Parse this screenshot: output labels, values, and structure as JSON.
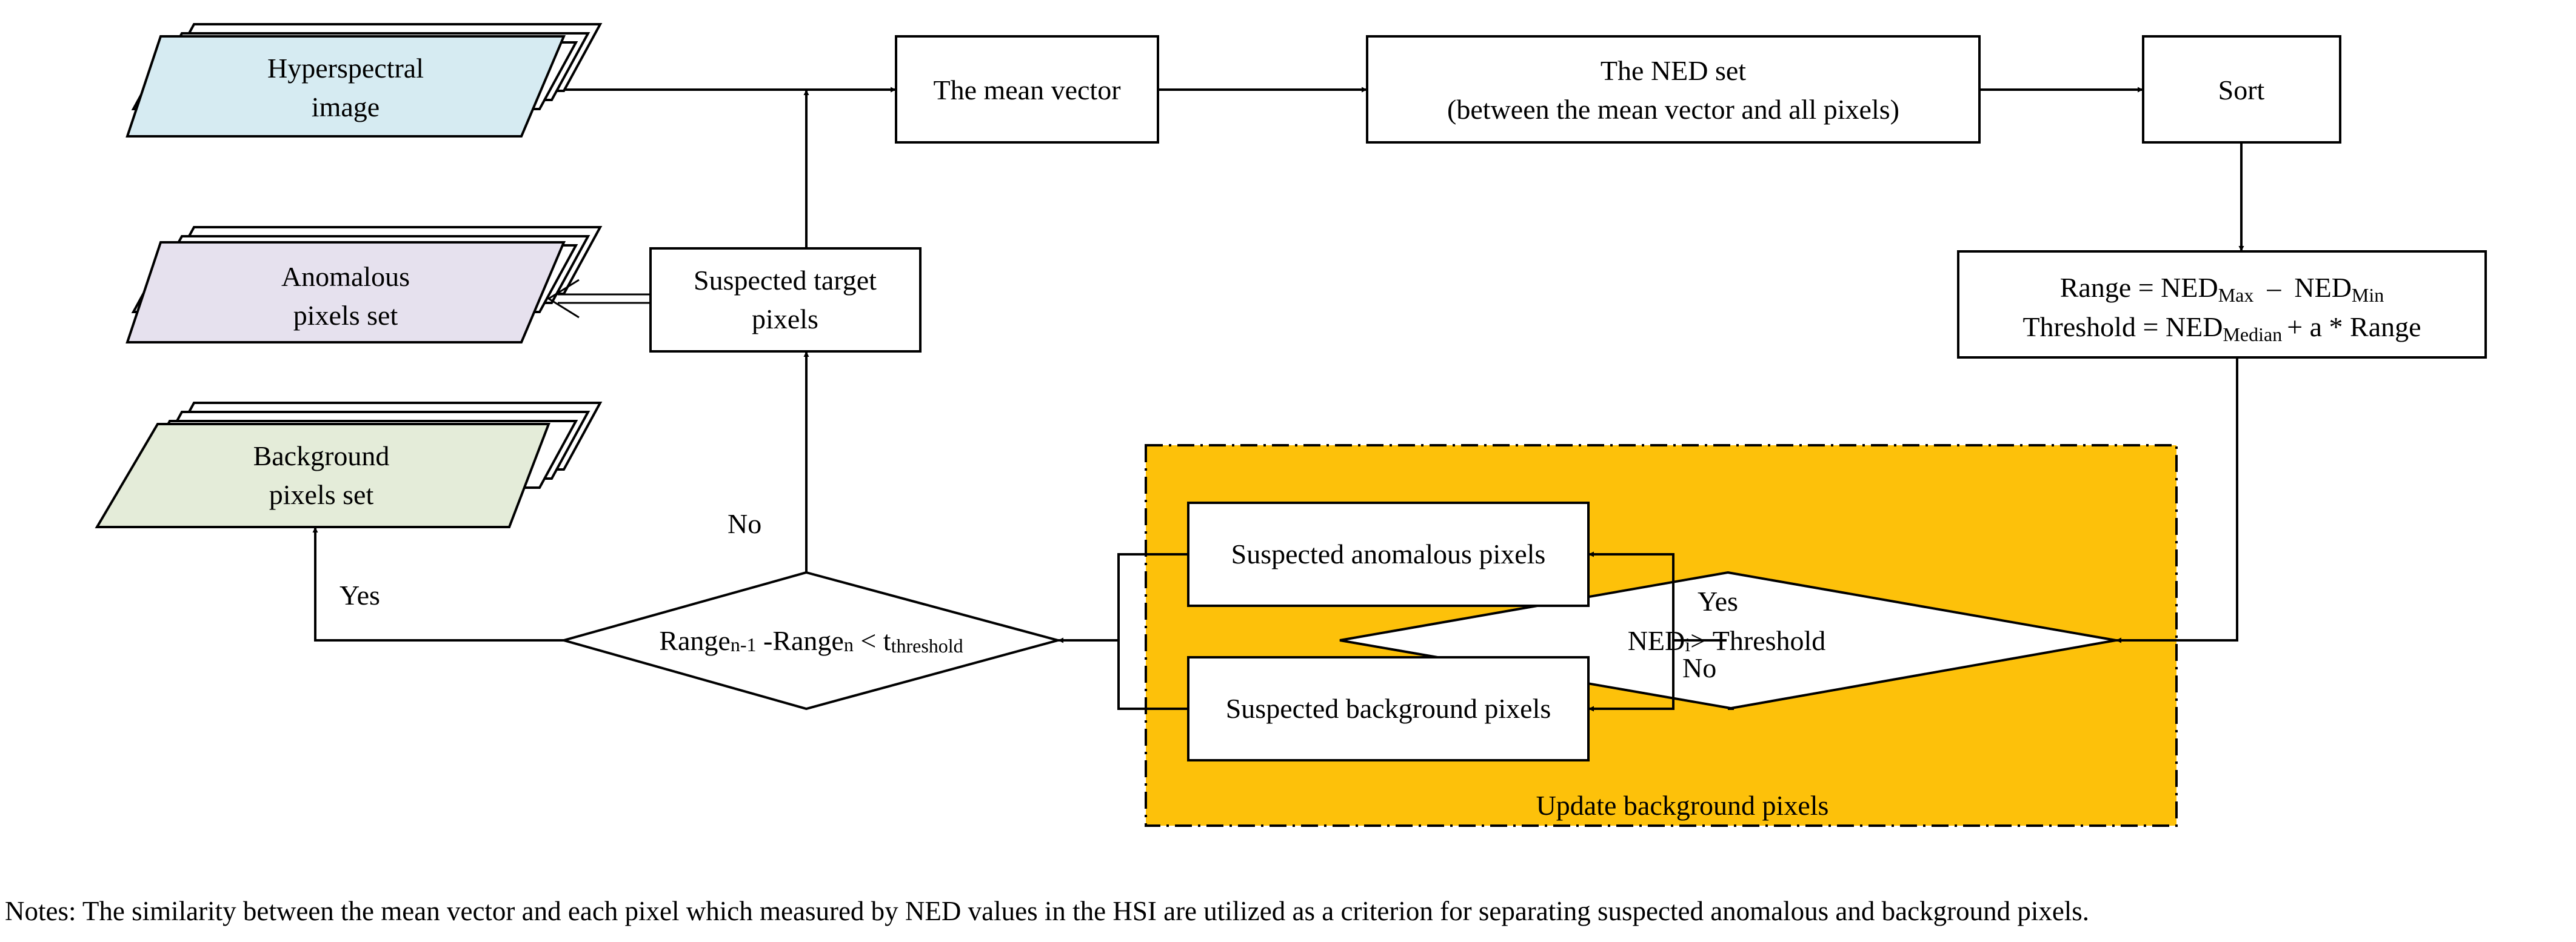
{
  "input": {
    "line1": "Hyperspectral",
    "line2": "image"
  },
  "mean_vector": "The mean vector",
  "ned_set": {
    "line1": "The NED set",
    "line2": "(between the mean vector and all pixels)"
  },
  "sort": "Sort",
  "range_threshold": {
    "range_label": "Range = NED",
    "max_sub": "Max",
    "minus": "–",
    "ned2": "NED",
    "min_sub": "Min",
    "threshold_label": "Threshold = NED",
    "median_sub": "Median",
    "threshold_rest": "+ a *  Range"
  },
  "decision_ned": {
    "label": "NED",
    "sub": "i",
    "rest": "> Threshold"
  },
  "yes_right": "Yes",
  "no_right": "No",
  "suspected_anomalous": "Suspected anomalous pixels",
  "suspected_background": "Suspected background pixels",
  "update_region": "Update background pixels",
  "decision_range": {
    "r1": "Range",
    "s1": "n-1",
    "r2": " -Range",
    "s2": "n",
    "lt": " < t",
    "s3": "threshold"
  },
  "yes_left": "Yes",
  "no_up": "No",
  "suspected_target": {
    "line1": "Suspected target",
    "line2": "pixels"
  },
  "anomalous_set": {
    "line1": "Anomalous",
    "line2": "pixels set"
  },
  "background_set": {
    "line1": "Background",
    "line2": "pixels set"
  },
  "notes": "Notes: The similarity between the mean vector and each pixel which measured by NED values in the HSI are utilized as a criterion for separating suspected anomalous and background pixels.",
  "colors": {
    "input_fill": "#d6ebf2",
    "anomalous_fill": "#e6e1ee",
    "background_fill": "#e4ecd9",
    "update_fill": "#fdc10a"
  }
}
